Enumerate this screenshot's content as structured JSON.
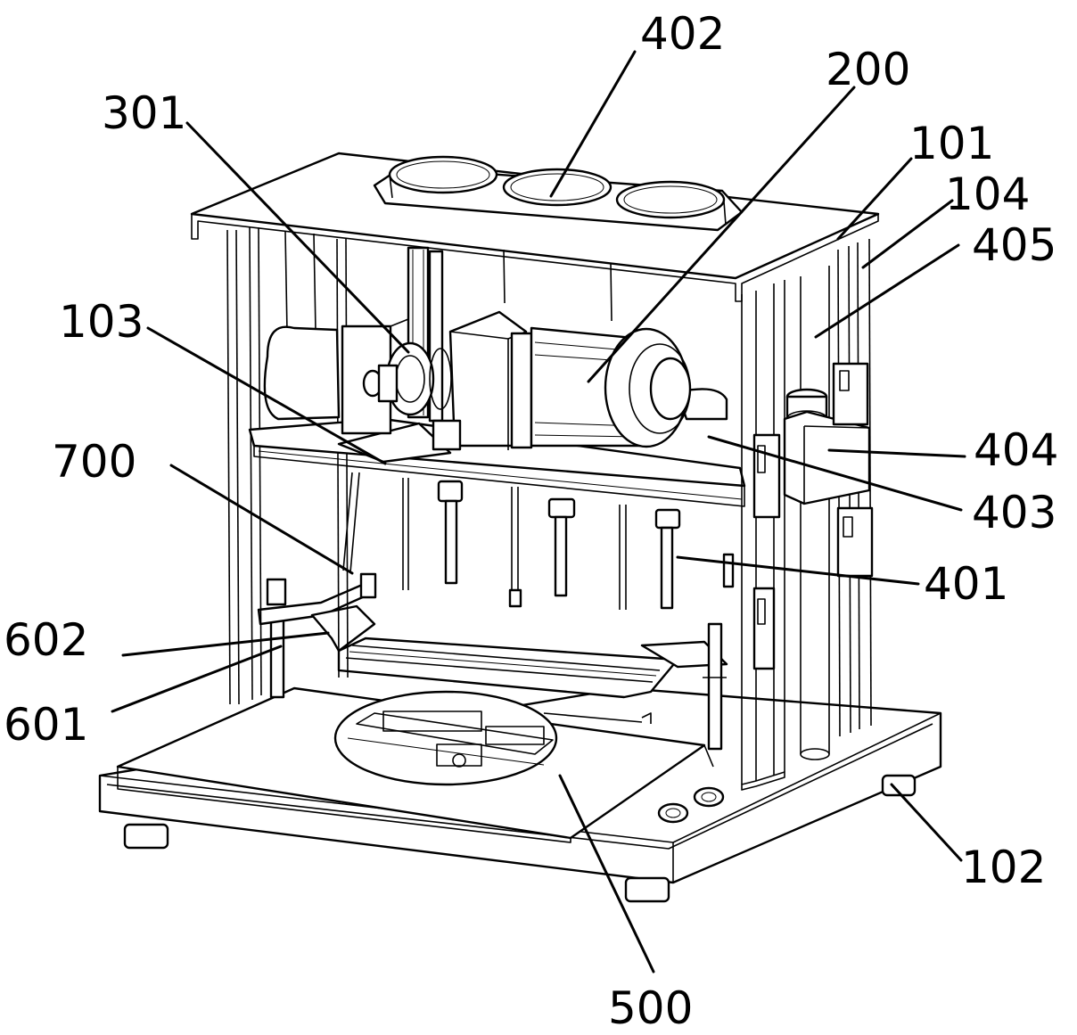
{
  "labels": {
    "l402": "402",
    "l200": "200",
    "l301": "301",
    "l101": "101",
    "l104": "104",
    "l405": "405",
    "l103": "103",
    "l700": "700",
    "l404": "404",
    "l403": "403",
    "l401": "401",
    "l602": "602",
    "l601": "601",
    "l102": "102",
    "l500": "500"
  }
}
